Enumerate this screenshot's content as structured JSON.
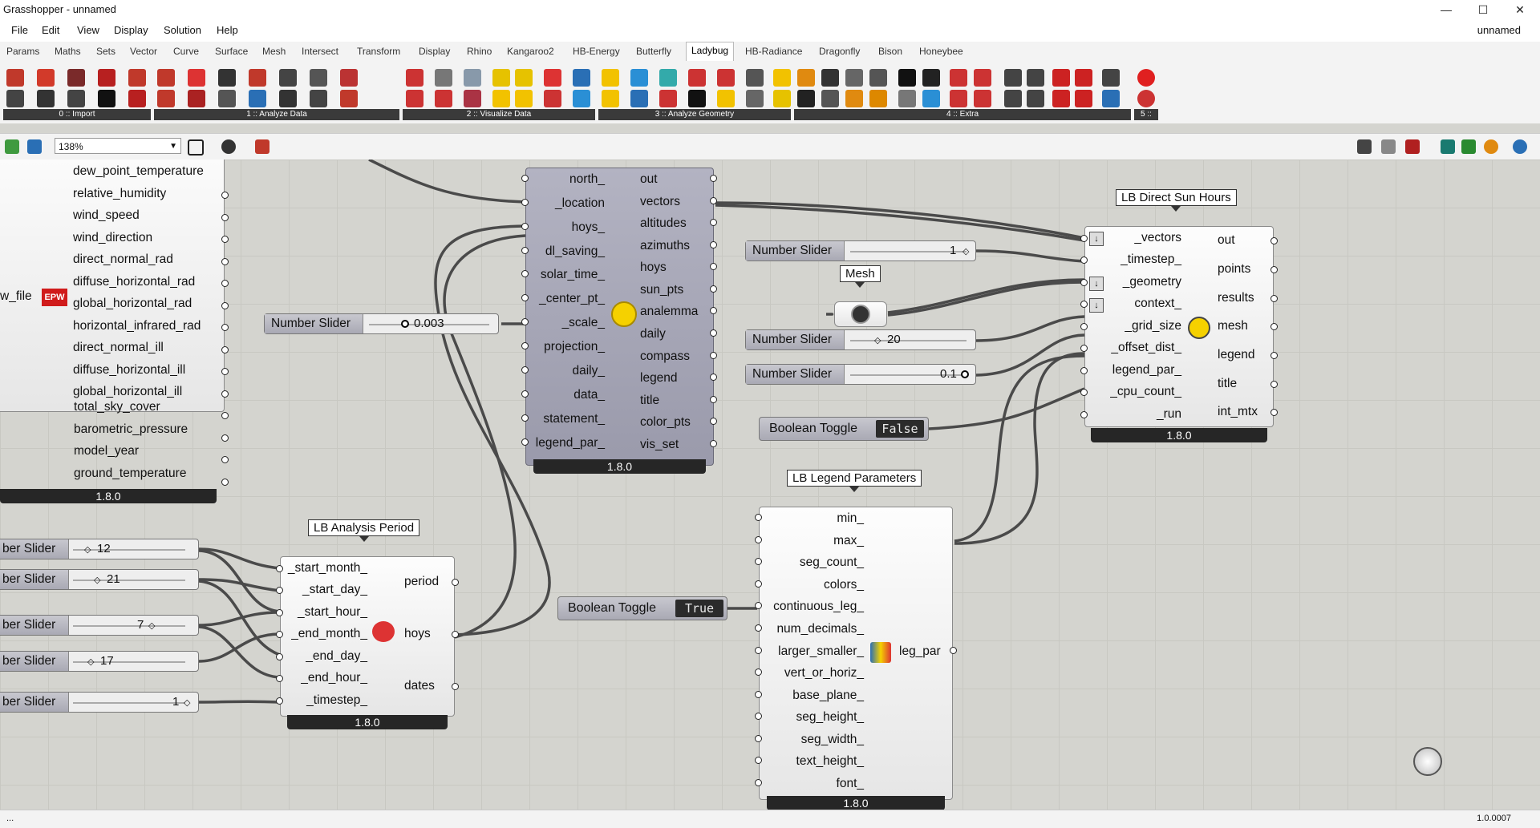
{
  "window": {
    "title": "Grasshopper - unnamed",
    "doc_name": "unnamed",
    "min": "—",
    "max": "☐",
    "close": "✕"
  },
  "menu": [
    "File",
    "Edit",
    "View",
    "Display",
    "Solution",
    "Help"
  ],
  "tabs": [
    "Params",
    "Maths",
    "Sets",
    "Vector",
    "Curve",
    "Surface",
    "Mesh",
    "Intersect",
    "Transform",
    "Display",
    "Rhino",
    "Kangaroo2",
    "HB-Energy",
    "Butterfly",
    "Ladybug",
    "HB-Radiance",
    "Dragonfly",
    "Bison",
    "Honeybee"
  ],
  "active_tab": "Ladybug",
  "ribbon_groups": [
    "0 :: Import",
    "1 :: Analyze Data",
    "2 :: Visualize Data",
    "3 :: Analyze Geometry",
    "4 :: Extra",
    "5 ::"
  ],
  "zoom": "138%",
  "epw_comp": {
    "outputs": [
      "dew_point_temperature",
      "relative_humidity",
      "wind_speed",
      "wind_direction",
      "direct_normal_rad",
      "diffuse_horizontal_rad",
      "global_horizontal_rad",
      "horizontal_infrared_rad",
      "direct_normal_ill",
      "diffuse_horizontal_ill",
      "global_horizontal_ill",
      "total_sky_cover",
      "barometric_pressure",
      "model_year",
      "ground_temperature"
    ],
    "input": "w_file",
    "icon_text": "EPW",
    "version": "1.8.0"
  },
  "sunpath": {
    "inputs": [
      "north_",
      "_location",
      "hoys_",
      "dl_saving_",
      "solar_time_",
      "_center_pt_",
      "_scale_",
      "projection_",
      "daily_",
      "data_",
      "statement_",
      "legend_par_"
    ],
    "outputs": [
      "out",
      "vectors",
      "altitudes",
      "azimuths",
      "hoys",
      "sun_pts",
      "analemma",
      "daily",
      "compass",
      "legend",
      "title",
      "color_pts",
      "vis_set"
    ],
    "version": "1.8.0"
  },
  "direct_sun": {
    "label": "LB Direct Sun Hours",
    "inputs": [
      "_vectors",
      "_timestep_",
      "_geometry",
      "context_",
      "_grid_size",
      "_offset_dist_",
      "legend_par_",
      "_cpu_count_",
      "_run"
    ],
    "outputs": [
      "out",
      "points",
      "results",
      "mesh",
      "legend",
      "title",
      "int_mtx"
    ],
    "version": "1.8.0"
  },
  "analysis_period": {
    "label": "LB Analysis Period",
    "inputs": [
      "_start_month_",
      "_start_day_",
      "_start_hour_",
      "_end_month_",
      "_end_day_",
      "_end_hour_",
      "_timestep_"
    ],
    "outputs": [
      "period",
      "hoys",
      "dates"
    ],
    "version": "1.8.0"
  },
  "legend_params": {
    "label": "LB Legend Parameters",
    "inputs": [
      "min_",
      "max_",
      "seg_count_",
      "colors_",
      "continuous_leg_",
      "num_decimals_",
      "larger_smaller_",
      "vert_or_horiz_",
      "base_plane_",
      "seg_height_",
      "seg_width_",
      "text_height_",
      "font_"
    ],
    "outputs": [
      "leg_par"
    ],
    "version": "1.8.0"
  },
  "mesh_param": {
    "label": "Mesh"
  },
  "sliders": {
    "scale": {
      "name": "Number Slider",
      "value": "0.003"
    },
    "timestep": {
      "name": "Number Slider",
      "value": "1"
    },
    "grid": {
      "name": "Number Slider",
      "value": "20"
    },
    "offset": {
      "name": "Number Slider",
      "value": "0.1"
    },
    "s1": {
      "name": "ber Slider",
      "value": "12"
    },
    "s2": {
      "name": "ber Slider",
      "value": "21"
    },
    "s3": {
      "name": "ber Slider",
      "value": "7"
    },
    "s4": {
      "name": "ber Slider",
      "value": "17"
    },
    "s5": {
      "name": "ber Slider",
      "value": "1"
    }
  },
  "toggles": {
    "run": {
      "name": "Boolean Toggle",
      "value": "False"
    },
    "legend": {
      "name": "Boolean Toggle",
      "value": "True"
    }
  },
  "status": {
    "left": "...",
    "right": "1.0.0007"
  }
}
